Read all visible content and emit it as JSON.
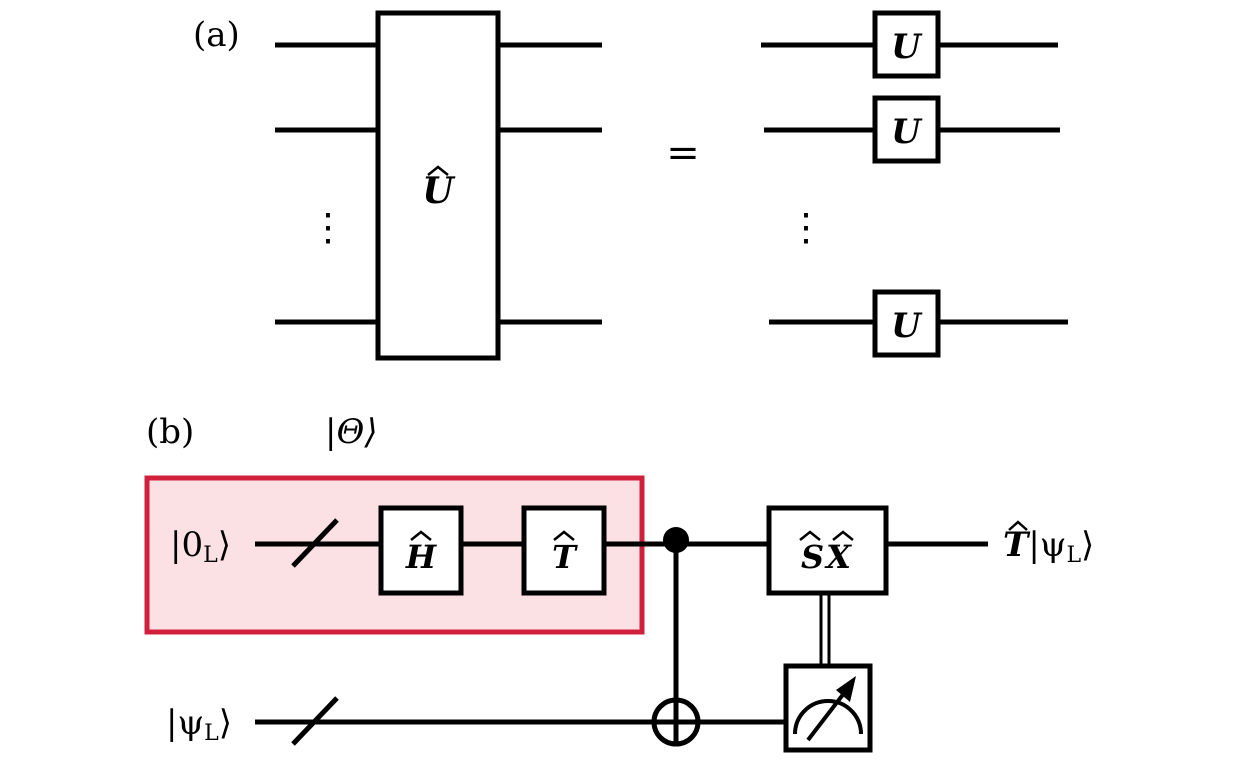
{
  "panel_a": {
    "label": "(a)",
    "big_gate": "U",
    "equals": "=",
    "small_gates": [
      "U",
      "U",
      "U"
    ],
    "ellipsis": "⋮"
  },
  "panel_b": {
    "label": "(b)",
    "resource_state": "|Θ⟩",
    "input_top": "|0",
    "input_top_sub": "L",
    "input_top_close": "⟩",
    "input_bottom": "|ψ",
    "input_bottom_sub": "L",
    "input_bottom_close": "⟩",
    "gate_h": "H",
    "gate_t": "T",
    "gate_sx": "SX",
    "output_gate": "T",
    "output_ket": "|ψ",
    "output_sub": "L",
    "output_close": "⟩",
    "highlight_color": "#fbe0e4",
    "highlight_border": "#d0203c"
  }
}
